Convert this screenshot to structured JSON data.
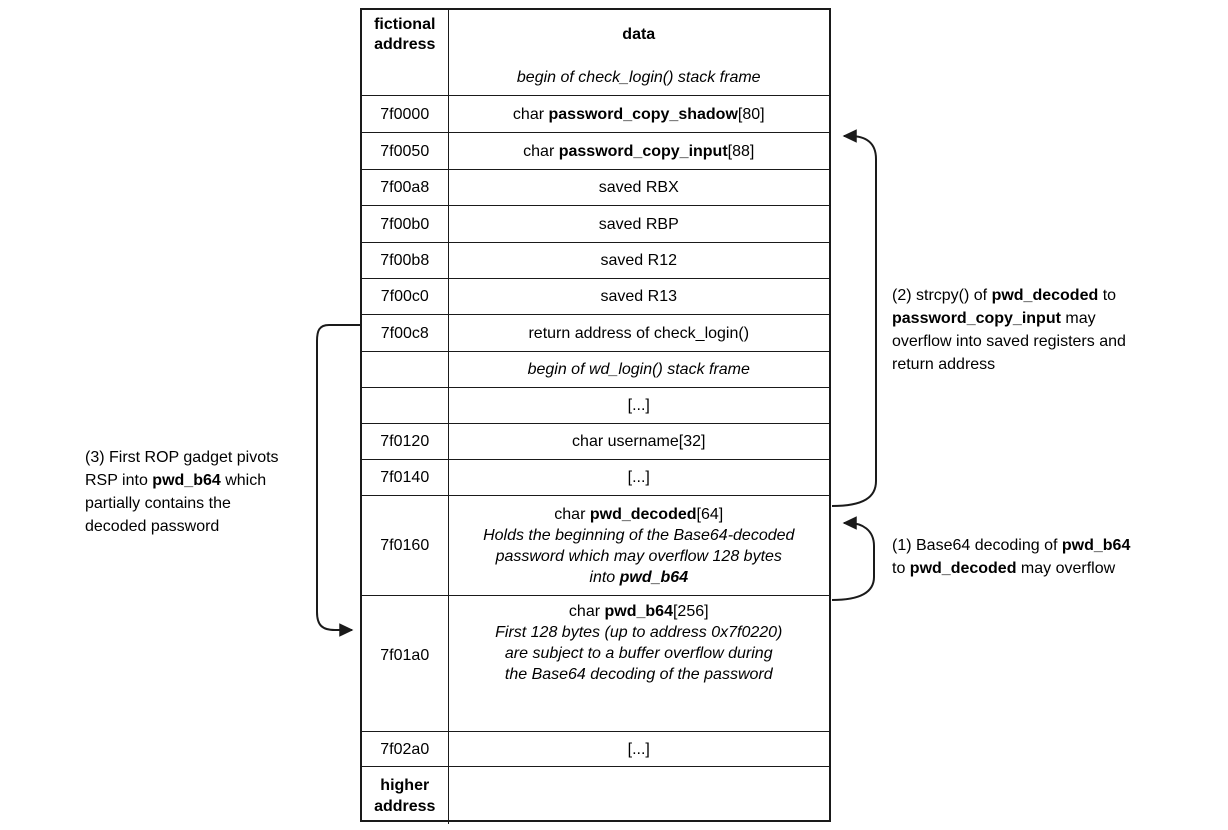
{
  "colors": {
    "background": "#ffffff",
    "line": "#1a1a1a",
    "text": "#000000"
  },
  "table": {
    "header": {
      "address_label": "fictional address",
      "data_label": "data"
    },
    "rows": [
      {
        "name": "begin-check-login-frame",
        "address": "",
        "height": 36,
        "content": [
          [
            {
              "t": "begin of check_login() stack frame",
              "i": true
            }
          ]
        ]
      },
      {
        "name": "password-copy-shadow",
        "address": "7f0000",
        "height": 37,
        "content": [
          [
            {
              "t": "char "
            },
            {
              "t": "password_copy_shadow",
              "b": true
            },
            {
              "t": "[80]"
            }
          ]
        ]
      },
      {
        "name": "password-copy-input",
        "address": "7f0050",
        "height": 37,
        "content": [
          [
            {
              "t": "char "
            },
            {
              "t": "password_copy_input",
              "b": true
            },
            {
              "t": "[88]"
            }
          ]
        ]
      },
      {
        "name": "saved-rbx",
        "address": "7f00a8",
        "height": 36,
        "content": [
          [
            {
              "t": "saved RBX"
            }
          ]
        ]
      },
      {
        "name": "saved-rbp",
        "address": "7f00b0",
        "height": 37,
        "content": [
          [
            {
              "t": "saved RBP"
            }
          ]
        ]
      },
      {
        "name": "saved-r12",
        "address": "7f00b8",
        "height": 36,
        "content": [
          [
            {
              "t": "saved R12"
            }
          ]
        ]
      },
      {
        "name": "saved-r13",
        "address": "7f00c0",
        "height": 36,
        "content": [
          [
            {
              "t": "saved R13"
            }
          ]
        ]
      },
      {
        "name": "return-address",
        "address": "7f00c8",
        "height": 37,
        "content": [
          [
            {
              "t": "return address of check_login()"
            }
          ]
        ]
      },
      {
        "name": "begin-wd-login-frame",
        "address": "",
        "height": 36,
        "content": [
          [
            {
              "t": "begin of wd_login() stack frame",
              "i": true
            }
          ]
        ]
      },
      {
        "name": "ellipsis-1",
        "address": "",
        "height": 36,
        "content": [
          [
            {
              "t": "[...]"
            }
          ]
        ]
      },
      {
        "name": "username",
        "address": "7f0120",
        "height": 36,
        "content": [
          [
            {
              "t": "char username[32]"
            }
          ]
        ]
      },
      {
        "name": "ellipsis-2",
        "address": "7f0140",
        "height": 36,
        "content": [
          [
            {
              "t": "[...]"
            }
          ]
        ]
      },
      {
        "name": "pwd-decoded",
        "address": "7f0160",
        "height": 100,
        "content": [
          [
            {
              "t": "char "
            },
            {
              "t": "pwd_decoded",
              "b": true
            },
            {
              "t": "[64]"
            }
          ],
          [
            {
              "t": "Holds the beginning of the Base64-decoded",
              "i": true
            }
          ],
          [
            {
              "t": "password which may overflow 128 bytes",
              "i": true
            }
          ],
          [
            {
              "t": "into ",
              "i": true
            },
            {
              "t": "pwd_b64",
              "b": true,
              "i": true
            }
          ]
        ]
      },
      {
        "name": "pwd-b64",
        "address": "7f01a0",
        "height": 136,
        "valign": "top",
        "content": [
          [
            {
              "t": "char "
            },
            {
              "t": "pwd_b64",
              "b": true
            },
            {
              "t": "[256]"
            }
          ],
          [
            {
              "t": "First 128 bytes (up to address 0x7f0220)",
              "i": true
            }
          ],
          [
            {
              "t": "are subject to a buffer overflow during",
              "i": true
            }
          ],
          [
            {
              "t": "the Base64 decoding of the password",
              "i": true
            }
          ]
        ]
      },
      {
        "name": "ellipsis-3",
        "address": "7f02a0",
        "height": 35,
        "content": [
          [
            {
              "t": "[...]"
            }
          ]
        ]
      },
      {
        "name": "higher-address",
        "address": "higher address",
        "address_bold": true,
        "height": 58,
        "content": []
      }
    ]
  },
  "annotations": {
    "note1": {
      "lines": [
        [
          {
            "t": "(1) Base64 decoding of "
          },
          {
            "t": "pwd_b64",
            "b": true
          }
        ],
        [
          {
            "t": "to "
          },
          {
            "t": "pwd_decoded",
            "b": true
          },
          {
            "t": " may overflow"
          }
        ]
      ]
    },
    "note2": {
      "lines": [
        [
          {
            "t": "(2) strcpy() of "
          },
          {
            "t": "pwd_decoded",
            "b": true
          },
          {
            "t": " to"
          }
        ],
        [
          {
            "t": "password_copy_input",
            "b": true
          },
          {
            "t": " may"
          }
        ],
        [
          {
            "t": "overflow into saved registers and"
          }
        ],
        [
          {
            "t": "return address"
          }
        ]
      ]
    },
    "note3": {
      "lines": [
        [
          {
            "t": "(3) First ROP gadget pivots"
          }
        ],
        [
          {
            "t": "RSP into "
          },
          {
            "t": "pwd_b64",
            "b": true
          },
          {
            "t": " which"
          }
        ],
        [
          {
            "t": "partially contains the"
          }
        ],
        [
          {
            "t": "decoded password"
          }
        ]
      ]
    }
  }
}
